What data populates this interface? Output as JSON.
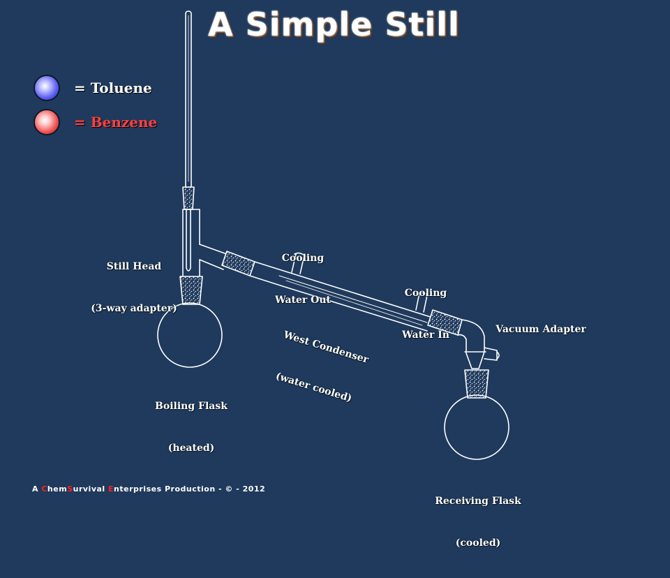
{
  "title": "A Simple Still",
  "legend": [
    {
      "label": "= Toluene",
      "color": "#5a5cf0"
    },
    {
      "label": "= Benzene",
      "color": "#f05050"
    }
  ],
  "labels": {
    "still_head": [
      "Still Head",
      "(3-way adapter)"
    ],
    "cooling_out": [
      "Cooling",
      "Water Out"
    ],
    "cooling_in": [
      "Cooling",
      "Water In"
    ],
    "condenser": [
      "West Condenser",
      "(water cooled)"
    ],
    "vacuum_adapter": "Vacuum Adapter",
    "boiling_flask": [
      "Boiling Flask",
      "(heated)"
    ],
    "receiving_flask": [
      "Receiving Flask",
      "(cooled)"
    ]
  },
  "footer": {
    "prefix": "A ",
    "c": "C",
    "hem": "hem",
    "s": "S",
    "urvival": "urvival ",
    "e": "E",
    "nterprises": "nterprises Production - © - 2012"
  },
  "colors": {
    "background": "#1f3a5c",
    "glass": "#ffffff",
    "toluene": "#5a5cf0",
    "benzene": "#f05050"
  }
}
